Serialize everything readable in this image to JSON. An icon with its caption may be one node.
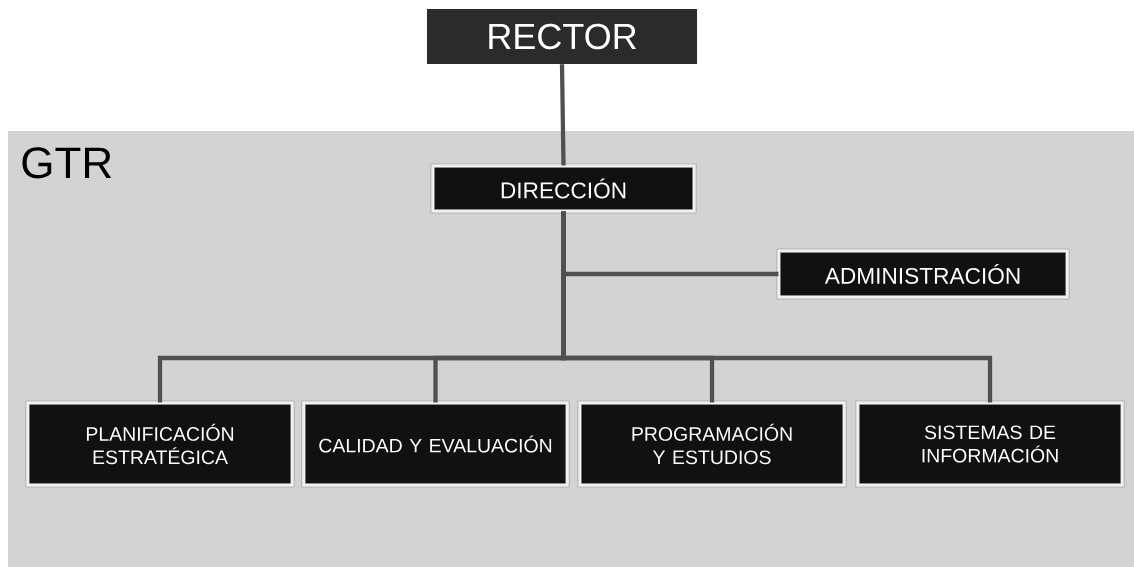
{
  "diagram": {
    "nodes": [
      {
        "text": [
          "RECTOR"
        ]
      },
      {
        "text": [
          "GTR"
        ]
      },
      {
        "text": [
          "DIRECCIÓN"
        ],
        "in": 1
      },
      {
        "text": [
          "ADMINISTRACIÓN"
        ],
        "in": 1
      },
      {
        "text": [
          "PLANIFICACIÓN ESTRATÉGICA"
        ],
        "in": 1
      },
      {
        "text": [
          "CALIDAD Y EVALUACIÓN"
        ],
        "in": 1
      },
      {
        "text": [
          "PROGRAMACIÓN Y ESTUDIOS"
        ],
        "in": 1
      },
      {
        "text": [
          "SISTEMAS DE INFORMACIÓN"
        ],
        "in": 1
      }
    ],
    "edges": [
      {
        "from": 0,
        "to": 2,
        "arrow": "none"
      },
      {
        "from": 2,
        "to": 3,
        "arrow": "none"
      },
      {
        "from": 2,
        "to": 4,
        "arrow": "none"
      },
      {
        "from": 2,
        "to": 5,
        "arrow": "none"
      },
      {
        "from": 2,
        "to": 6,
        "arrow": "none"
      },
      {
        "from": 2,
        "to": 7,
        "arrow": "none"
      }
    ]
  }
}
